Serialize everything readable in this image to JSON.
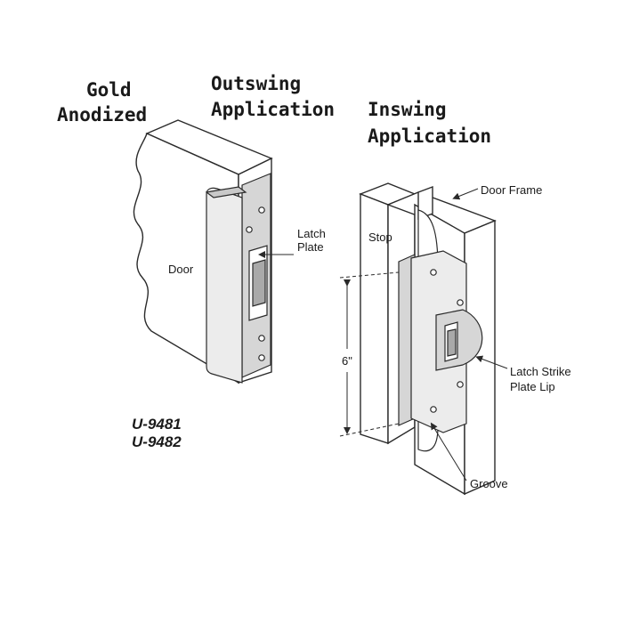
{
  "headings": {
    "finish_line1": "Gold",
    "finish_line2": "Anodized",
    "outswing_line1": "Outswing",
    "outswing_line2": "Application",
    "inswing_line1": "Inswing",
    "inswing_line2": "Application"
  },
  "labels": {
    "door": "Door",
    "latch_plate_line1": "Latch",
    "latch_plate_line2": "Plate",
    "door_frame": "Door Frame",
    "stop": "Stop",
    "dimension": "6\"",
    "latch_strike_line1": "Latch Strike",
    "latch_strike_line2": "Plate Lip",
    "groove": "Groove"
  },
  "models": [
    "U-9481",
    "U-9482"
  ],
  "colors": {
    "line": "#2a2a2a",
    "wall": "#ffffff",
    "plate": "#d6d6d6",
    "plate_shade": "#a9a9a9"
  }
}
